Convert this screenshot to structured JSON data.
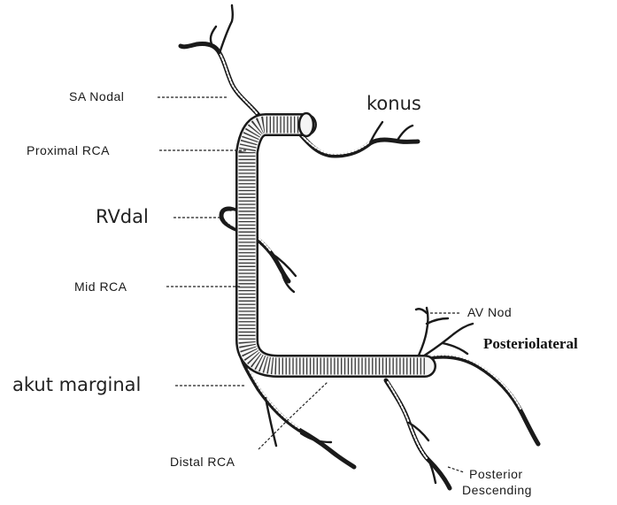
{
  "labels": {
    "sa_nodal": "SA Nodal",
    "konus": "konus",
    "proximal_rca": "Proximal RCA",
    "rv_dal": "RVdal",
    "mid_rca": "Mid RCA",
    "av_nod": "AV Nod",
    "posteriolateral": "Posteriolateral",
    "akut_marginal": "akut marginal",
    "distal_rca": "Distal RCA",
    "posterior_descending_line1": "Posterior",
    "posterior_descending_line2": "Descending"
  }
}
